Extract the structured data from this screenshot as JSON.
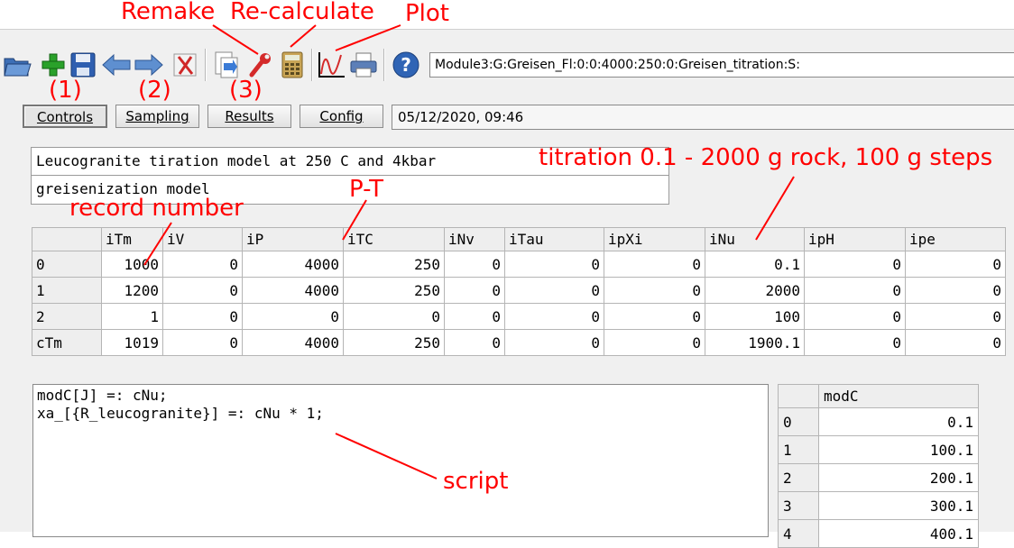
{
  "toolbar": {
    "path": "Module3:G:Greisen_Fl:0:0:4000:250:0:Greisen_titration:S:"
  },
  "icons": [
    "folder-open-icon",
    "add-icon",
    "save-icon",
    "back-arrow-icon",
    "forward-arrow-icon",
    "delete-icon",
    "import-icon",
    "remake-icon",
    "calculator-icon",
    "plot-icon",
    "print-icon",
    "help-icon"
  ],
  "tabs": {
    "controls": "Controls",
    "sampling": "Sampling",
    "results": "Results",
    "config": "Config"
  },
  "timestamp": "05/12/2020, 09:46",
  "comments": {
    "line1": "Leucogranite tiration model at 250 C and 4kbar",
    "line2": "greisenization model"
  },
  "grid": {
    "columns": [
      "",
      "iTm",
      "iV",
      "iP",
      "iTC",
      "iNv",
      "iTau",
      "ipXi",
      "iNu",
      "ipH",
      "ipe"
    ],
    "rows": [
      {
        "label": "0",
        "values": [
          "1000",
          "0",
          "4000",
          "250",
          "0",
          "0",
          "0",
          "0.1",
          "0",
          "0"
        ]
      },
      {
        "label": "1",
        "values": [
          "1200",
          "0",
          "4000",
          "250",
          "0",
          "0",
          "0",
          "2000",
          "0",
          "0"
        ]
      },
      {
        "label": "2",
        "values": [
          "1",
          "0",
          "0",
          "0",
          "0",
          "0",
          "0",
          "100",
          "0",
          "0"
        ]
      },
      {
        "label": "cTm",
        "values": [
          "1019",
          "0",
          "4000",
          "250",
          "0",
          "0",
          "0",
          "1900.1",
          "0",
          "0"
        ]
      }
    ]
  },
  "script": {
    "line1": "modC[J] =: cNu;",
    "line2": "xa_[{R_leucogranite}] =: cNu * 1;"
  },
  "modc": {
    "header": "modC",
    "rows": [
      {
        "label": "0",
        "value": "0.1"
      },
      {
        "label": "1",
        "value": "100.1"
      },
      {
        "label": "2",
        "value": "200.1"
      },
      {
        "label": "3",
        "value": "300.1"
      },
      {
        "label": "4",
        "value": "400.1"
      }
    ]
  },
  "annotations": {
    "remake": "Remake",
    "recalculate": "Re-calculate",
    "plot": "Plot",
    "n1": "(1)",
    "n2": "(2)",
    "n3": "(3)",
    "titration": "titration 0.1 - 2000 g rock, 100 g steps",
    "pt": "P-T",
    "record_number": "record number",
    "script": "script",
    "color": "#ff0000"
  }
}
